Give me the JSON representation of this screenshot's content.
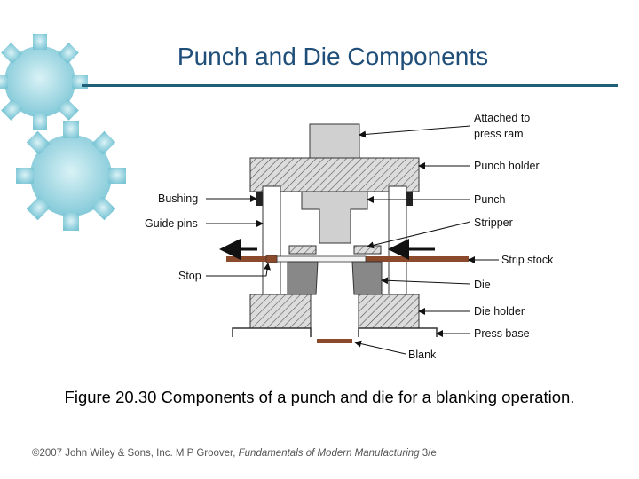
{
  "title": "Punch and Die Components",
  "caption": "Figure 20.30  Components of a punch and die for a blanking operation.",
  "footer": {
    "prefix": "©2007 John Wiley & Sons, Inc.  M P Groover, ",
    "book": "Fundamentals of Modern Manufacturing",
    "suffix": " 3/e"
  },
  "labels": {
    "attached1": "Attached to",
    "attached2": "press ram",
    "punch_holder": "Punch holder",
    "punch": "Punch",
    "stripper": "Stripper",
    "strip_stock": "Strip stock",
    "die": "Die",
    "die_holder": "Die holder",
    "press_base": "Press base",
    "blank": "Blank",
    "bushing": "Bushing",
    "guide_pins": "Guide pins",
    "stop": "Stop"
  },
  "colors": {
    "title": "#1f4e79",
    "rule": "#1f5f78",
    "gear": "#9ed7e3",
    "strip": "#8b4a2b"
  }
}
